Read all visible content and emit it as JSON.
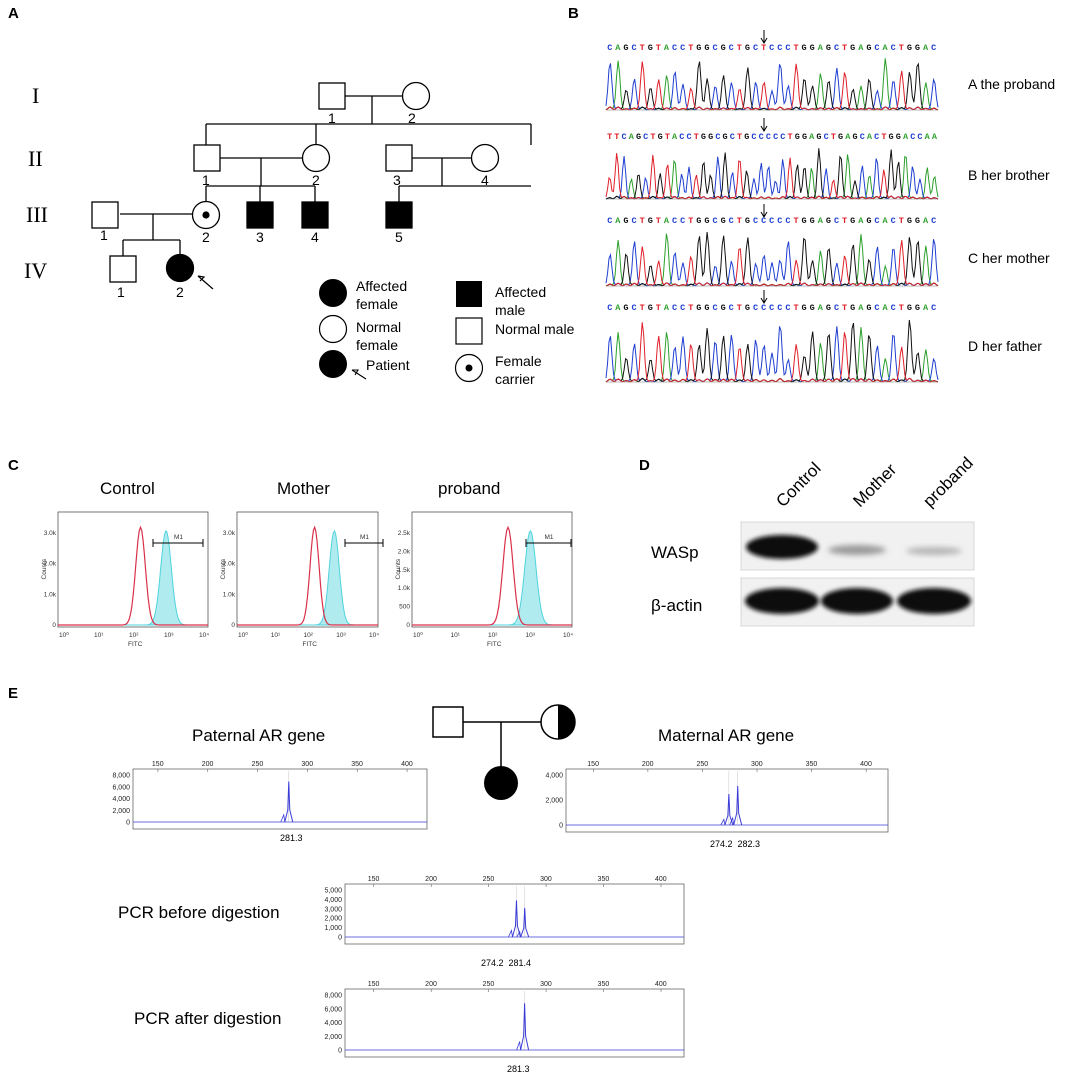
{
  "panels": {
    "A": {
      "letter": "A",
      "generations": [
        "I",
        "II",
        "III",
        "IV"
      ],
      "ids": {
        "g1_m": "1",
        "g1_f": "2",
        "g2_m1": "1",
        "g2_f1": "2",
        "g2_m2": "3",
        "g2_f2": "4",
        "g3_m1": "1",
        "g3_c": "2",
        "g3_a3": "3",
        "g3_a4": "4",
        "g3_a5": "5",
        "g4_m": "1",
        "g4_p": "2"
      },
      "legend": {
        "affected_female_1": "Affected",
        "affected_female_2": "female",
        "normal_female_1": "Normal",
        "normal_female_2": "female",
        "patient": "Patient",
        "affected_male_1": "Affected",
        "affected_male_2": "male",
        "normal_male": "Normal male",
        "female_carrier_1": "Female",
        "female_carrier_2": "carrier"
      }
    },
    "B": {
      "letter": "B",
      "sequences": [
        {
          "bases": "CAGCTGTACCTGGCGCTGCTCCCTGGAGCTGAGCACTGGAC",
          "label": "A   the proband"
        },
        {
          "bases": "TTCAGCTGTACCTGGCGCTGCCCCCTGGAGCTGAGCACTGGACCAA",
          "label": "B   her brother"
        },
        {
          "bases": "CAGCTGTACCTGGCGCTGCCCCCTGGAGCTGAGCACTGGAC",
          "label": "C   her mother"
        },
        {
          "bases": "CAGCTGTACCTGGCGCTGCCCCCTGGAGCTGAGCACTGGAC",
          "label": "D   her father"
        }
      ]
    },
    "C": {
      "letter": "C",
      "titles": [
        "Control",
        "Mother",
        "proband"
      ],
      "gate_label": "M1",
      "axis_x": "FITC",
      "axis_y": "Counts",
      "x_ticks": [
        "10⁰",
        "10¹",
        "10²",
        "10³",
        "10⁴"
      ],
      "y_ticks_1": [
        "0",
        "1.0k",
        "2.0k",
        "3.0k"
      ],
      "y_ticks_2": [
        "0",
        "1.0k",
        "2.0k",
        "3.0k"
      ],
      "y_ticks_3": [
        "0",
        "500",
        "1.0k",
        "1.5k",
        "2.0k",
        "2.5k"
      ]
    },
    "D": {
      "letter": "D",
      "lanes": [
        "Control",
        "Mother",
        "proband"
      ],
      "rows": [
        "WASp",
        "β-actin"
      ]
    },
    "E": {
      "letter": "E",
      "paternal_title": "Paternal AR gene",
      "maternal_title": "Maternal AR gene",
      "before_title": "PCR before digestion",
      "after_title": "PCR after digestion",
      "x_ticks": [
        "150",
        "200",
        "250",
        "300",
        "350",
        "400"
      ],
      "y_ticks_8000": [
        "0",
        "2,000",
        "4,000",
        "6,000",
        "8,000"
      ],
      "y_ticks_4000": [
        "0",
        "2,000",
        "4,000"
      ],
      "y_ticks_5000": [
        "0",
        "1,000",
        "2,000",
        "3,000",
        "4,000",
        "5,000"
      ],
      "paternal_peak": "281.3",
      "maternal_peaks": "274.2  282.3",
      "before_peaks": "274.2  281.4",
      "after_peak": "281.3"
    }
  },
  "colors": {
    "red_histogram": "#d9304a",
    "cyan_histogram": "#4fd3dc",
    "trace_blue": "#3b3bd8",
    "base_A": "#2ca02c",
    "base_C": "#1f3fd1",
    "base_G": "#111111",
    "base_T": "#e0202a"
  }
}
